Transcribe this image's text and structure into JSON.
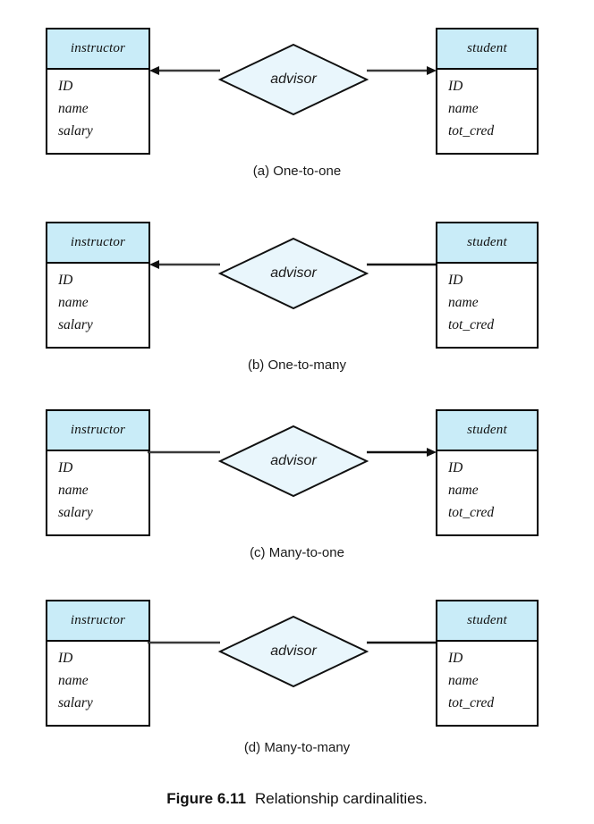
{
  "figure": {
    "label": "Figure 6.11",
    "caption": "Relationship cardinalities."
  },
  "entities": {
    "instructor": {
      "name": "instructor",
      "attributes": [
        "ID",
        "name",
        "salary"
      ]
    },
    "student": {
      "name": "student",
      "attributes": [
        "ID",
        "name",
        "tot_cred"
      ]
    }
  },
  "relationship": {
    "name": "advisor"
  },
  "colors": {
    "entity_header_fill": "#c9ecf8",
    "diamond_fill": "#e9f6fc",
    "stroke": "#000000",
    "text": "#111111"
  },
  "diagrams": [
    {
      "id": "a",
      "caption": "(a) One-to-one",
      "left_entity": "instructor",
      "right_entity": "student",
      "relationship": "advisor",
      "left_arrow": "arrow-to-instructor",
      "right_arrow": "arrow-to-student",
      "cardinality": "one-to-one"
    },
    {
      "id": "b",
      "caption": "(b) One-to-many",
      "left_entity": "instructor",
      "right_entity": "student",
      "relationship": "advisor",
      "left_arrow": "arrow-to-instructor",
      "right_arrow": "plain-line",
      "cardinality": "one-to-many"
    },
    {
      "id": "c",
      "caption": "(c) Many-to-one",
      "left_entity": "instructor",
      "right_entity": "student",
      "relationship": "advisor",
      "left_arrow": "plain-line",
      "right_arrow": "arrow-to-student",
      "cardinality": "many-to-one"
    },
    {
      "id": "d",
      "caption": "(d) Many-to-many",
      "left_entity": "instructor",
      "right_entity": "student",
      "relationship": "advisor",
      "left_arrow": "plain-line",
      "right_arrow": "plain-line",
      "cardinality": "many-to-many"
    }
  ]
}
